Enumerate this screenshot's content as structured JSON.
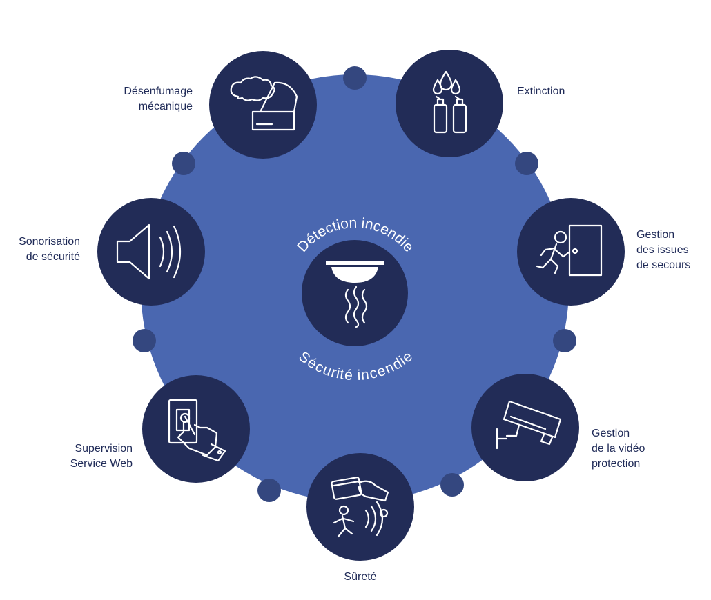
{
  "center": {
    "top_text": "Détection incendie",
    "bottom_text": "Sécurité incendie",
    "icon": "smoke-detector-icon"
  },
  "nodes": [
    {
      "id": "desenfumage",
      "lines": [
        "Désenfumage",
        "mécanique"
      ],
      "icon": "smoke-vent-icon"
    },
    {
      "id": "extinction",
      "lines": [
        "Extinction"
      ],
      "icon": "fire-extinguisher-icon"
    },
    {
      "id": "issues",
      "lines": [
        "Gestion",
        "des issues",
        "de secours"
      ],
      "icon": "emergency-exit-icon"
    },
    {
      "id": "video",
      "lines": [
        "Gestion",
        "de la vidéo",
        "protection"
      ],
      "icon": "security-camera-icon"
    },
    {
      "id": "surete",
      "lines": [
        "Sûreté"
      ],
      "icon": "access-control-icon"
    },
    {
      "id": "supervision",
      "lines": [
        "Supervision",
        "Service Web"
      ],
      "icon": "touch-panel-icon"
    },
    {
      "id": "sonorisation",
      "lines": [
        "Sonorisation",
        "de sécurité"
      ],
      "icon": "speaker-icon"
    }
  ],
  "colors": {
    "ring": "#4a67b0",
    "node": "#222c57",
    "dot": "#34477f",
    "label": "#1f2a57"
  }
}
